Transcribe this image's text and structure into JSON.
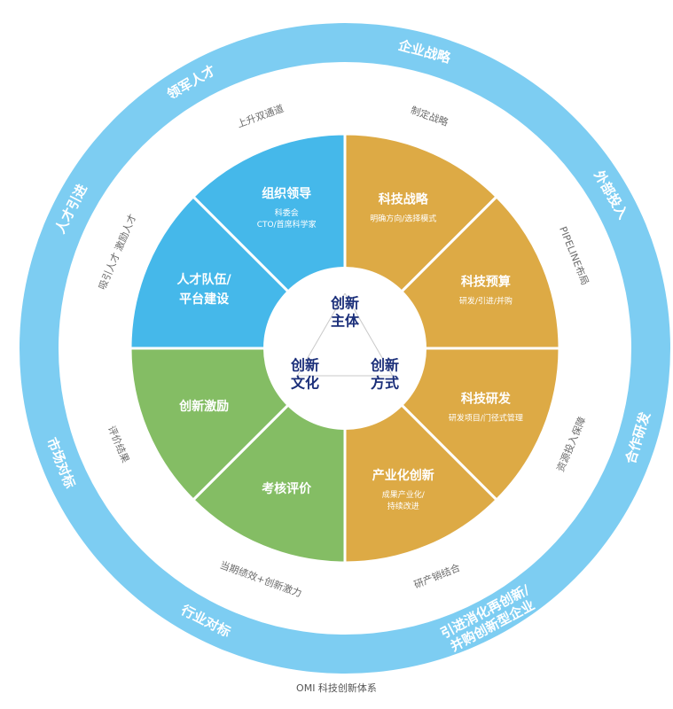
{
  "colors": {
    "outer_ring": "#7dcdf2",
    "talent_segments": "#45b8ea",
    "strategy_segments": "#ddaa45",
    "culture_segments": "#84bd64",
    "core_text": "#1b2f7a"
  },
  "outer_ring": {
    "labels": [
      "领军人才",
      "企业战略",
      "外部投入",
      "合作研发",
      "引进消化再创新/\n并购创新型企业",
      "行业对标",
      "市场对标",
      "人才引进"
    ]
  },
  "middle_ring": {
    "labels": [
      "上升双通道",
      "制定战略",
      "PIPELINE布局",
      "资源投入保障",
      "研产销结合",
      "当期绩效+创新激力",
      "评价结果",
      "吸引人才 激励人才"
    ]
  },
  "segments": [
    {
      "title": "组织领导",
      "subtitle": "科委会\nCTO/首席科学家"
    },
    {
      "title": "科技战略",
      "subtitle": "明确方向/选择模式"
    },
    {
      "title": "科技预算",
      "subtitle": "研发/引进/并购"
    },
    {
      "title": "科技研发",
      "subtitle": "研发项目/门径式管理"
    },
    {
      "title": "产业化创新",
      "subtitle": "成果产业化/\n持续改进"
    },
    {
      "title": "考核评价",
      "subtitle": ""
    },
    {
      "title": "创新激励",
      "subtitle": ""
    },
    {
      "title": "人才队伍/\n平台建设",
      "subtitle": ""
    }
  ],
  "core": {
    "top": "创新\n主体",
    "left": "创新\n文化",
    "right": "创新\n方式"
  },
  "caption": "OMI 科技创新体系"
}
